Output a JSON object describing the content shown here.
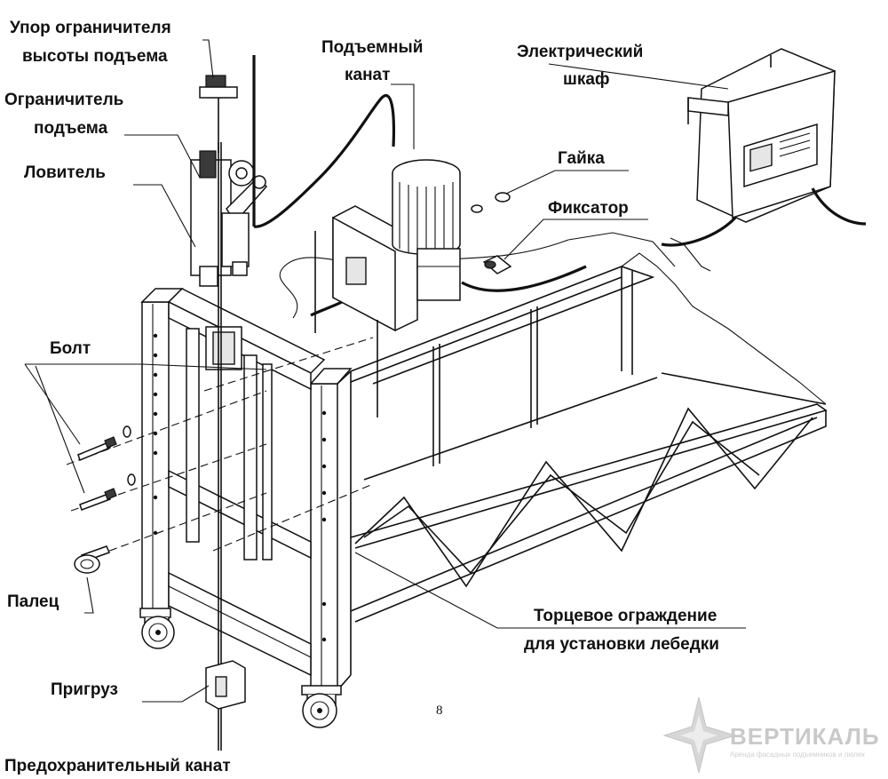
{
  "labels": {
    "upor_line1": "Упор ограничителя",
    "upor_line2": "высоты подъема",
    "ogr_line1": "Ограничитель",
    "ogr_line2": "подъема",
    "lovitel": "Ловитель",
    "podem_line1": "Подъемный",
    "podem_line2": "канат",
    "shkaf_line1": "Электрический",
    "shkaf_line2": "шкаф",
    "gayka": "Гайка",
    "fiksator": "Фиксатор",
    "bolt": "Болт",
    "palets": "Палец",
    "tortsevoe_line1": "Торцевое ограждение",
    "tortsevoe_line2": "для установки лебедки",
    "prigruz": "Пригруз",
    "predokhr": "Предохранительный канат"
  },
  "page_number": "8",
  "watermark": {
    "title": "ВЕРТИКАЛЬ ПРО",
    "subtitle": "Аренда фасадных подъемников и люлек"
  }
}
